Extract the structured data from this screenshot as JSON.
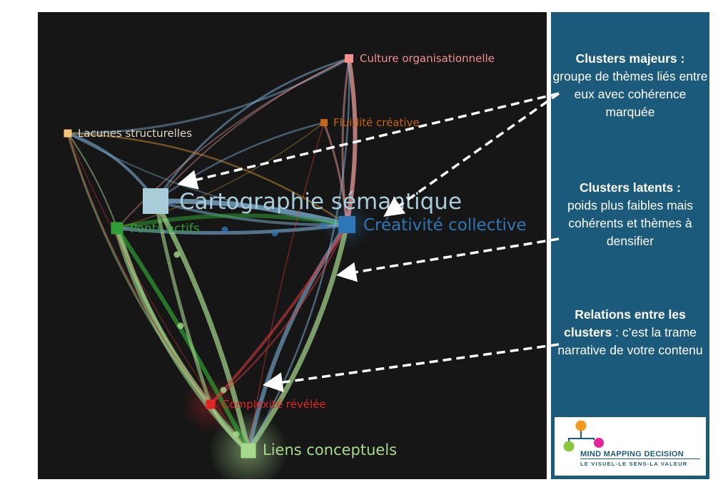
{
  "graph": {
    "nodes": [
      {
        "id": "cartographie",
        "label": "Cartographie sémantique",
        "color": "#a9cdd8",
        "label_color": "#a9cdd8"
      },
      {
        "id": "creativite",
        "label": "Créativité collective",
        "color": "#2e77b7",
        "label_color": "#2e77b7"
      },
      {
        "id": "ponts",
        "label": "Ponts actifs",
        "color": "#2f9e35",
        "label_color": "#2f9e35"
      },
      {
        "id": "liens",
        "label": "Liens conceptuels",
        "color": "#a7d98d",
        "label_color": "#a7d98d"
      },
      {
        "id": "complexite",
        "label": "Complexité révélée",
        "color": "#e02626",
        "label_color": "#e02626"
      },
      {
        "id": "culture",
        "label": "Culture organisationnelle",
        "color": "#f39090",
        "label_color": "#f39090"
      },
      {
        "id": "lacunes",
        "label": "Lacunes structurelles",
        "color": "#f6c57c",
        "label_color": "#e0d6c3"
      },
      {
        "id": "fluidite",
        "label": "Fluidité créative",
        "color": "#c8650f",
        "label_color": "#c8650f"
      }
    ],
    "edge_colors": {
      "blue": "#7fb3d9",
      "green": "#a7d98d",
      "darkgreen": "#2f9e35",
      "red": "#d23a3a",
      "pink": "#e89b9b",
      "orange": "#c8902f"
    }
  },
  "annotations": [
    {
      "title": "Clusters majeurs :",
      "text": "groupe de thèmes liés entre eux avec cohérence marquée"
    },
    {
      "title": "Clusters latents :",
      "text": "poids plus faibles mais cohérents et thèmes à densifier"
    },
    {
      "title": "Relations entre les clusters",
      "text": " : c’est la trame narrative de votre contenu"
    }
  ],
  "logo": {
    "name": "MIND MAPPING DECISION",
    "tagline": "LE VISUEL-LE SENS-LA VALEUR",
    "colors": {
      "orange": "#f39a1e",
      "magenta": "#e2259a",
      "green": "#8cc63f",
      "blue": "#1d5b7e"
    }
  }
}
